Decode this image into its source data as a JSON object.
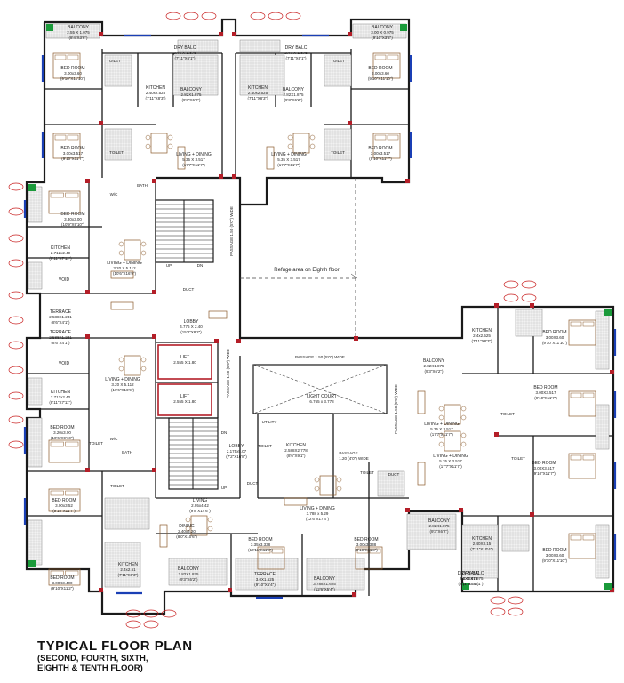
{
  "title": "TYPICAL FLOOR PLAN",
  "subtitle_line1": "(SECOND, FOURTH, SIXTH,",
  "subtitle_line2": "EIGHTH & TENTH FLOOR)",
  "colors": {
    "wall": "#1a1a1a",
    "column": "#b41e28",
    "window": "#1a3fb5",
    "green": "#1a9a3a",
    "marker": "#c81e1e",
    "furniture": "#8b5a2b"
  },
  "rooms": [
    {
      "key": "bal_tl",
      "name": "BALCONY",
      "dim": "2.55 X 1.075",
      "ft": "(8'4\"X3'6\")"
    },
    {
      "key": "bal_tr",
      "name": "BALCONY",
      "dim": "3.00 X 0.975",
      "ft": "(9'10\"X3'2\")"
    },
    {
      "key": "dry1",
      "name": "DRY BALC",
      "dim": "2.46 X 1.875",
      "ft": "(7'11\"X6'1\")"
    },
    {
      "key": "dry2",
      "name": "DRY BALC",
      "dim": "2.47 X 1.875",
      "ft": "(7'11\"X6'1\")"
    },
    {
      "key": "bed1",
      "name": "BED ROOM",
      "dim": "3.00x3.60",
      "ft": "(9'10\"X11'10\")"
    },
    {
      "key": "bed2",
      "name": "BED ROOM",
      "dim": "3.00x3.60",
      "ft": "(9'10\"X11'10\")"
    },
    {
      "key": "kit1",
      "name": "KITCHEN",
      "dim": "2.40x2.525",
      "ft": "(7'11\"X8'3\")"
    },
    {
      "key": "kit2",
      "name": "KITCHEN",
      "dim": "2.40x2.525",
      "ft": "(7'11\"X8'3\")"
    },
    {
      "key": "balc1",
      "name": "BALCONY",
      "dim": "2.82X1.875",
      "ft": "(9'3\"X6'2\")"
    },
    {
      "key": "balc2",
      "name": "BALCONY",
      "dim": "2.82X1.875",
      "ft": "(9'3\"X6'2\")"
    },
    {
      "key": "bed3",
      "name": "BED ROOM",
      "dim": "3.00x3.517",
      "ft": "(9'10\"X11'7\")"
    },
    {
      "key": "bed4",
      "name": "BED ROOM",
      "dim": "3.00x3.517",
      "ft": "(9'10\"X11'7\")"
    },
    {
      "key": "liv1",
      "name": "LIVING + DINING",
      "dim": "5.35 X 3.517",
      "ft": "(17'7\"X11'7\")"
    },
    {
      "key": "liv2",
      "name": "LIVING + DINING",
      "dim": "5.35 X 3.517",
      "ft": "(17'7\"X11'7\")"
    },
    {
      "key": "bed5",
      "name": "BED ROOM",
      "dim": "3.30x3.00",
      "ft": "(10'9\"X9'10\")"
    },
    {
      "key": "kit3",
      "name": "KITCHEN",
      "dim": "2.712x2.40",
      "ft": "(8'11\"X7'11\")"
    },
    {
      "key": "liv3",
      "name": "LIVING + DINING",
      "dim": "3.20 X 5.112",
      "ft": "(10'6\"X16'9\")"
    },
    {
      "key": "void1",
      "name": "VOID",
      "dim": "",
      "ft": ""
    },
    {
      "key": "ter1",
      "name": "TERRACE",
      "dim": "2.588X1.231",
      "ft": "(8'6\"X4'1\")"
    },
    {
      "key": "ter2",
      "name": "TERRACE",
      "dim": "2.588X1.231",
      "ft": "(8'6\"X4'1\")"
    },
    {
      "key": "void2",
      "name": "VOID",
      "dim": "",
      "ft": ""
    },
    {
      "key": "lobby1",
      "name": "LOBBY",
      "dim": "4.776 X 2.40",
      "ft": "(15'8\"X8'2\")"
    },
    {
      "key": "lift1",
      "name": "LIFT",
      "dim": "2.555 X 1.80",
      "ft": ""
    },
    {
      "key": "lift2",
      "name": "LIFT",
      "dim": "2.555 X 1.80",
      "ft": ""
    },
    {
      "key": "liv4",
      "name": "LIVING + DINING",
      "dim": "3.20 X 5.112",
      "ft": "(10'6\"X16'9\")"
    },
    {
      "key": "kit4",
      "name": "KITCHEN",
      "dim": "2.712x2.40",
      "ft": "(8'11\"X7'11\")"
    },
    {
      "key": "bed6",
      "name": "BED ROOM",
      "dim": "3.20x3.00",
      "ft": "(10'6\"X9'10\")"
    },
    {
      "key": "lightcourt",
      "name": "LIGHT COURT",
      "dim": "6.765 x 3.778",
      "ft": ""
    },
    {
      "key": "kit5",
      "name": "KITCHEN",
      "dim": "2.588X2.778",
      "ft": "(8'6\"X9'1\")"
    },
    {
      "key": "lobby2",
      "name": "LOBBY",
      "dim": "2.175x5.07",
      "ft": "(7'2\"X16'8\")"
    },
    {
      "key": "bed7",
      "name": "BED ROOM",
      "dim": "3.00x3.52",
      "ft": "(9'10\"X11'7\")"
    },
    {
      "key": "liv5",
      "name": "LIVING",
      "dim": "2.95x4.42",
      "ft": "(9'8\"X14'6\")"
    },
    {
      "key": "din1",
      "name": "DINING",
      "dim": "2.40x3.20",
      "ft": "(8'0\"X10'6\")"
    },
    {
      "key": "liv6",
      "name": "LIVING + DINING",
      "dim": "3.788 x 5.29",
      "ft": "(12'6\"X17'4\")"
    },
    {
      "key": "bed8",
      "name": "BED ROOM",
      "dim": "3.35x3.338",
      "ft": "(10'11\"X11'0\")"
    },
    {
      "key": "bed9",
      "name": "BED ROOM",
      "dim": "3.00x3.338",
      "ft": "(9'10\"X11'0\")"
    },
    {
      "key": "kit6",
      "name": "KITCHEN",
      "dim": "2.4x2.51",
      "ft": "(7'11\"X8'3\")"
    },
    {
      "key": "bed10",
      "name": "BED ROOM",
      "dim": "3.00X3.400",
      "ft": "(9'10\"X11'2\")"
    },
    {
      "key": "balc3",
      "name": "BALCONY",
      "dim": "2.82X1.875",
      "ft": "(9'3\"X6'2\")"
    },
    {
      "key": "ter3",
      "name": "TERRACE",
      "dim": "3.0X1.625",
      "ft": "(9'10\"X5'4\")"
    },
    {
      "key": "balc4",
      "name": "BALCONY",
      "dim": "3.788X1.625",
      "ft": "(12'6\"X5'4\")"
    },
    {
      "key": "dry3",
      "name": "DRY BALC",
      "dim": "2.4X1.875",
      "ft": "(7'11\"X6'1\")"
    },
    {
      "key": "bed11",
      "name": "BED ROOM",
      "dim": "3.00X3.60",
      "ft": "(9'10\"X11'10\")"
    },
    {
      "key": "kit7",
      "name": "KITCHEN",
      "dim": "2.4x2.525",
      "ft": "(7'11\"X8'3\")"
    },
    {
      "key": "balc5",
      "name": "BALCONY",
      "dim": "2.82X1.875",
      "ft": "(9'3\"X6'2\")"
    },
    {
      "key": "bed12",
      "name": "BED ROOM",
      "dim": "3.00X3.517",
      "ft": "(9'10\"X11'7\")"
    },
    {
      "key": "liv7",
      "name": "LIVING + DINING",
      "dim": "5.35 X 3.517",
      "ft": "(17'7\"X11'7\")"
    },
    {
      "key": "liv8",
      "name": "LIVING + DINING",
      "dim": "5.35 X 3.517",
      "ft": "(17'7\"X11'7\")"
    },
    {
      "key": "bed13",
      "name": "BED ROOM",
      "dim": "3.00X3.517",
      "ft": "(9'10\"X11'7\")"
    },
    {
      "key": "balc6",
      "name": "BALCONY",
      "dim": "2.82X1.875",
      "ft": "(9'3\"X6'2\")"
    },
    {
      "key": "kit8",
      "name": "KITCHEN",
      "dim": "2.40X3.15",
      "ft": "(7'11\"X10'4\")"
    },
    {
      "key": "bed14",
      "name": "BED ROOM",
      "dim": "3.00X3.60",
      "ft": "(9'10\"X11'10\")"
    },
    {
      "key": "dry4",
      "name": "DRY BALC",
      "dim": "2.40X1.875",
      "ft": "(7'11\"X6'1\")"
    }
  ],
  "small_rooms": [
    {
      "key": "toilet1",
      "text": "TOILET"
    },
    {
      "key": "toilet2",
      "text": "TOILET"
    },
    {
      "key": "toilet3",
      "text": "TOILET"
    },
    {
      "key": "toilet4",
      "text": "TOILET"
    },
    {
      "key": "bath1",
      "text": "BATH"
    },
    {
      "key": "wc1",
      "text": "W/C"
    },
    {
      "key": "duct1",
      "text": "DUCT"
    },
    {
      "key": "toilet5",
      "text": "TOILET"
    },
    {
      "key": "bath2",
      "text": "BATH"
    },
    {
      "key": "wc2",
      "text": "W/C"
    },
    {
      "key": "toilet6",
      "text": "TOILET"
    },
    {
      "key": "utility",
      "text": "UTILITY"
    },
    {
      "key": "duct2",
      "text": "DUCT"
    },
    {
      "key": "toilet7",
      "text": "TOILET"
    },
    {
      "key": "toilet8",
      "text": "TOILET"
    },
    {
      "key": "duct3",
      "text": "DUCT"
    },
    {
      "key": "toilet9",
      "text": "TOILET"
    },
    {
      "key": "toilet10",
      "text": "TOILET"
    }
  ],
  "labels": {
    "passage_v1": "PASSAGE 1.50 (5'0\") WIDE",
    "passage_h1": "PASSAGE 1.50 (5'0\") WIDE",
    "passage_v2": "PASSAGE 1.50 (5'0\") WIDE",
    "passage_v3": "PASSAGE 1.50 (5'0\") WIDE",
    "passage_s": "PASSAGE",
    "passage_s_dim": "1.20 (4'0\") WIDE",
    "refuge": "Refuge area on Eighth floor",
    "up1": "UP",
    "dn1": "DN",
    "up2": "UP",
    "dn2": "DN"
  }
}
